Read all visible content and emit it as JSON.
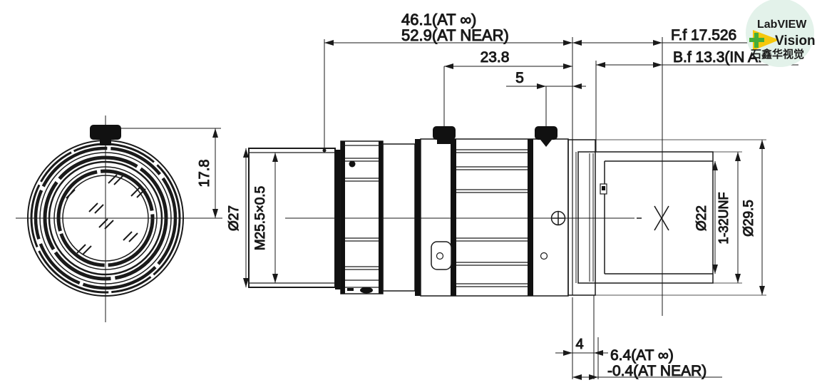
{
  "drawing": {
    "type": "lens mechanical drawing",
    "colors": {
      "line": "#1a1a1a",
      "background": "#ffffff"
    },
    "dims": {
      "overall_at_inf": "46.1(AT ∞)",
      "overall_at_near": "52.9(AT NEAR)",
      "ring_to_flange": "23.8",
      "screw_to_flange": "5",
      "front_height": "17.8",
      "front_diameter": "Ø27",
      "filter_thread": "M25.5×0.5",
      "flange_focal": "F.f 17.526",
      "back_focal": "B.f 13.3(IN AIR)",
      "rear_inner_diameter": "Ø22",
      "mount_thread": "1-32UNF",
      "rear_outer_diameter": "Ø29.5",
      "flange_step": "4",
      "rear_ext_at_inf": "6.4(AT ∞)",
      "rear_ext_at_near": "-0.4(AT NEAR)"
    }
  },
  "watermark": {
    "line1": "LabVIEW",
    "line2": "Vision",
    "line3": "石鑫华视觉",
    "circle_color": "#e3f2ea",
    "text_color": "#2ea43c",
    "triangle_color": "#f6c80d",
    "plus_color": "#45ad3a"
  }
}
